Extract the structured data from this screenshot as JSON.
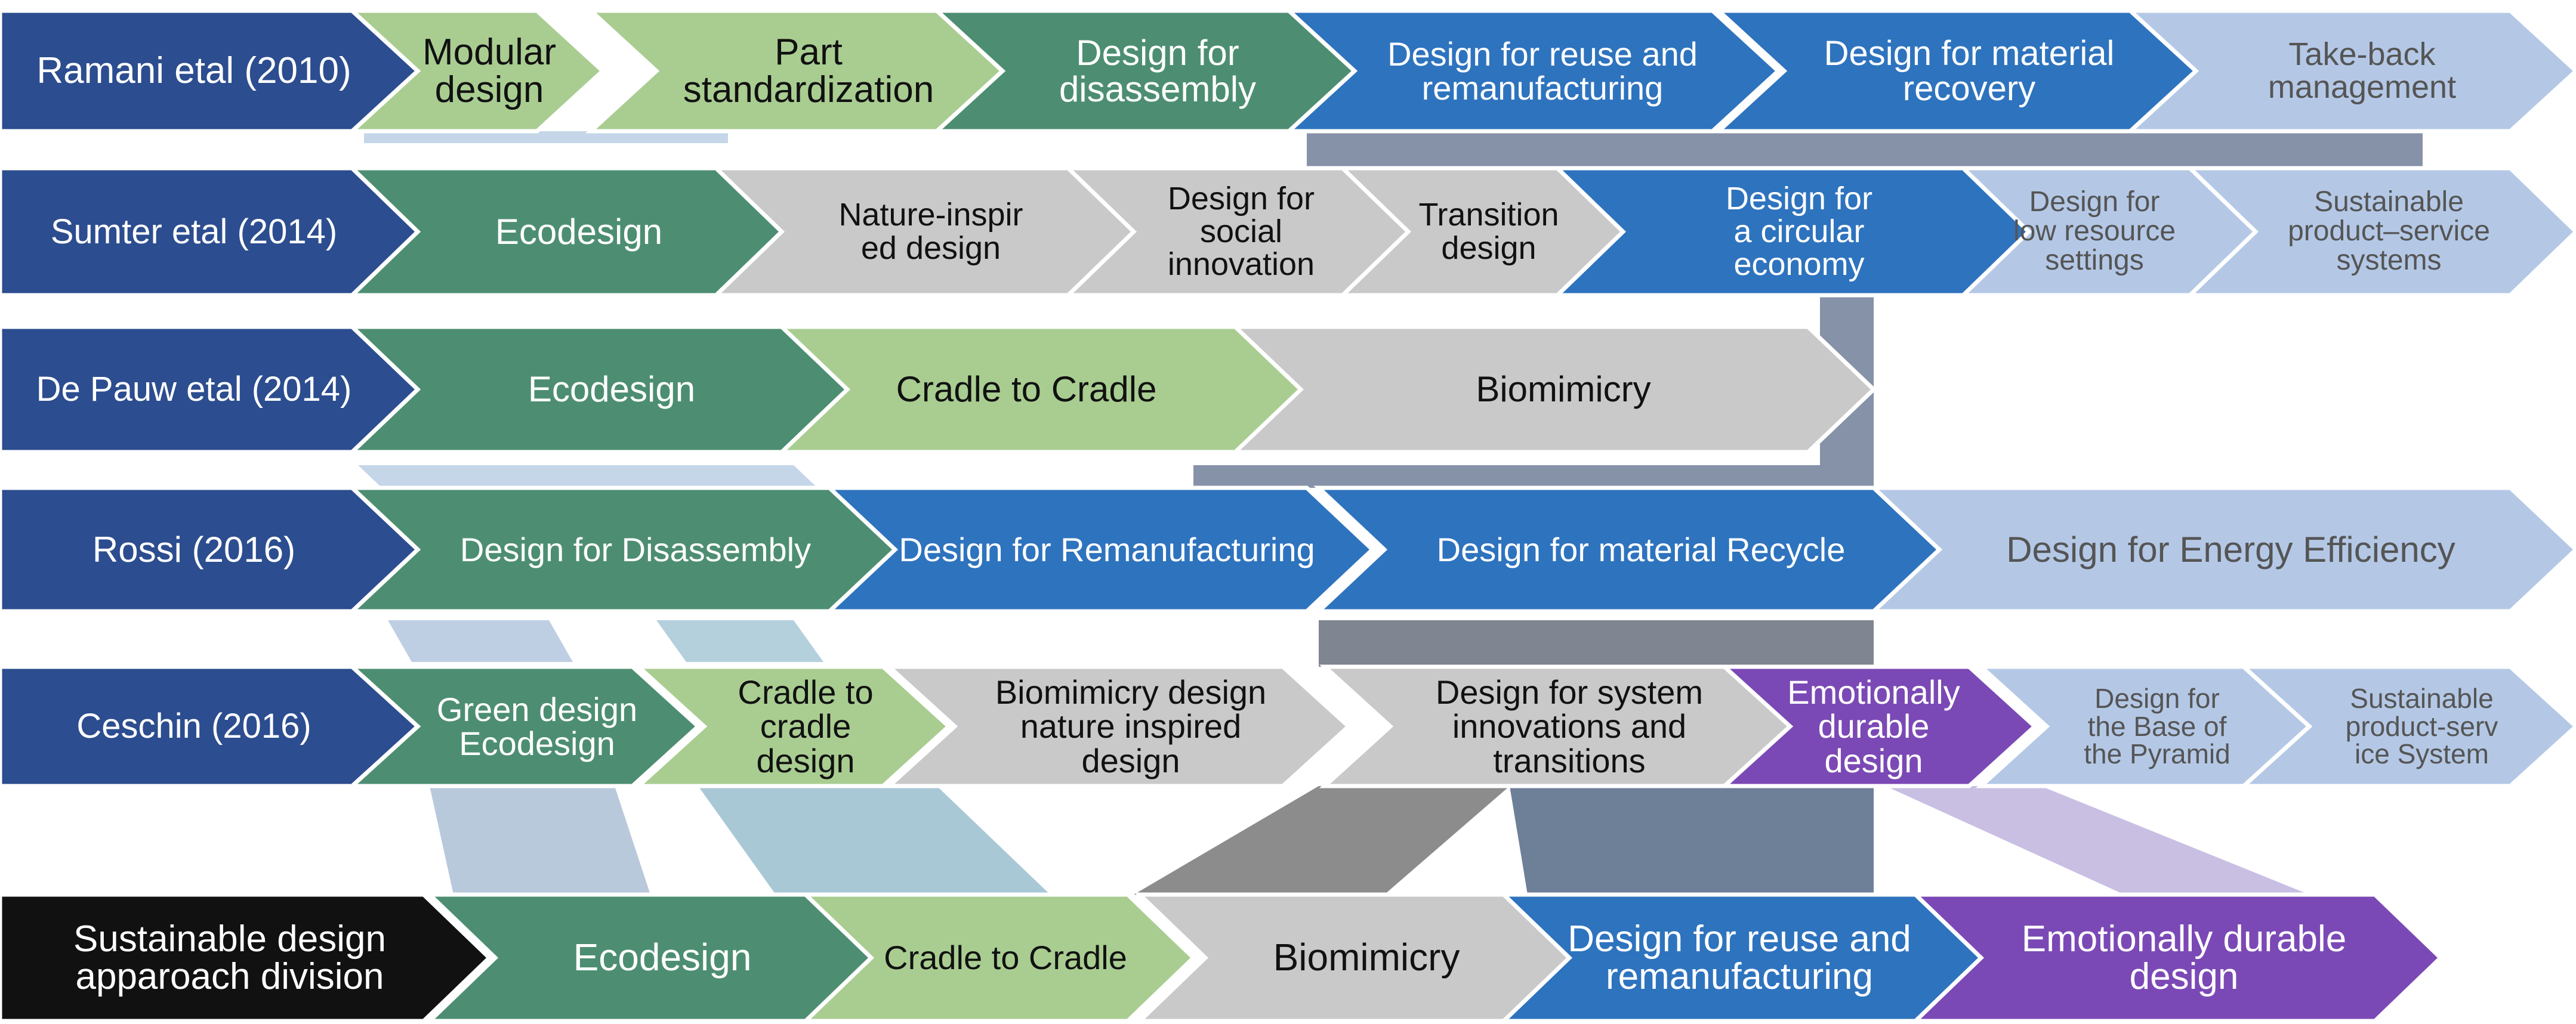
{
  "rows": [
    {
      "source": "Ramani etal (2010)",
      "steps": [
        {
          "label": "Modular\ndesign",
          "color": "#a9cd91"
        },
        {
          "label": "Part\nstandardization",
          "color": "#a9cd91"
        },
        {
          "label": "Design for\ndisassembly",
          "color": "#4d8e72"
        },
        {
          "label": "Design for reuse and\nremanufacturing",
          "color": "#2e73be"
        },
        {
          "label": "Design for material\nrecovery",
          "color": "#2e73be"
        },
        {
          "label": "Take-back\nmanagement",
          "color": "#b4c8e6"
        }
      ]
    },
    {
      "source": "Sumter etal (2014)",
      "steps": [
        {
          "label": "Ecodesign",
          "color": "#4d8e72"
        },
        {
          "label": "Nature-inspir\ned design",
          "color": "#c9c9c9"
        },
        {
          "label": "Design for\nsocial\ninnovation",
          "color": "#c9c9c9"
        },
        {
          "label": "Transition\ndesign",
          "color": "#c9c9c9"
        },
        {
          "label": "Design for\na circular\neconomy",
          "color": "#2e73be"
        },
        {
          "label": "Design for\nlow resource\nsettings",
          "color": "#b4c8e6"
        },
        {
          "label": "Sustainable\nproduct–service\nsystems",
          "color": "#b4c8e6"
        }
      ]
    },
    {
      "source": "De Pauw etal (2014)",
      "steps": [
        {
          "label": "Ecodesign",
          "color": "#4d8e72"
        },
        {
          "label": "Cradle to Cradle",
          "color": "#a9cd91"
        },
        {
          "label": "Biomimicry",
          "color": "#c9c9c9"
        }
      ]
    },
    {
      "source": "Rossi (2016)",
      "steps": [
        {
          "label": "Design for Disassembly",
          "color": "#4d8e72"
        },
        {
          "label": "Design for  Remanufacturing",
          "color": "#2e73be"
        },
        {
          "label": "Design for material Recycle",
          "color": "#2e73be"
        },
        {
          "label": "Design for Energy Efficiency",
          "color": "#b4c8e6"
        }
      ]
    },
    {
      "source": "Ceschin (2016)",
      "steps": [
        {
          "label": "Green design\nEcodesign",
          "color": "#4d8e72"
        },
        {
          "label": "Cradle to\ncradle\ndesign",
          "color": "#a9cd91"
        },
        {
          "label": "Biomimicry design\nnature inspired\ndesign",
          "color": "#c9c9c9"
        },
        {
          "label": "Design for system\ninnovations and\ntransitions",
          "color": "#c9c9c9"
        },
        {
          "label": "Emotionally\ndurable\ndesign",
          "color": "#7b49b5"
        },
        {
          "label": "Design for\nthe Base of\nthe  Pyramid",
          "color": "#b4c8e6"
        },
        {
          "label": "Sustainable\nproduct-serv\nice System",
          "color": "#b4c8e6"
        }
      ]
    }
  ],
  "division": {
    "source": "Sustainable design\napparoach  division",
    "steps": [
      {
        "label": "Ecodesign",
        "color": "#4d8e72"
      },
      {
        "label": "Cradle to Cradle",
        "color": "#a9cd91"
      },
      {
        "label": "Biomimicry",
        "color": "#c9c9c9"
      },
      {
        "label": "Design for reuse and\nremanufacturing",
        "color": "#2e73be"
      },
      {
        "label": "Emotionally  durable\ndesign",
        "color": "#7b49b5"
      }
    ]
  },
  "colors": {
    "source_box": "#2c4d8f",
    "division_box": "#111111",
    "light_text": "#ffffff",
    "dark_text": "#111111",
    "gray_text": "#555555"
  }
}
